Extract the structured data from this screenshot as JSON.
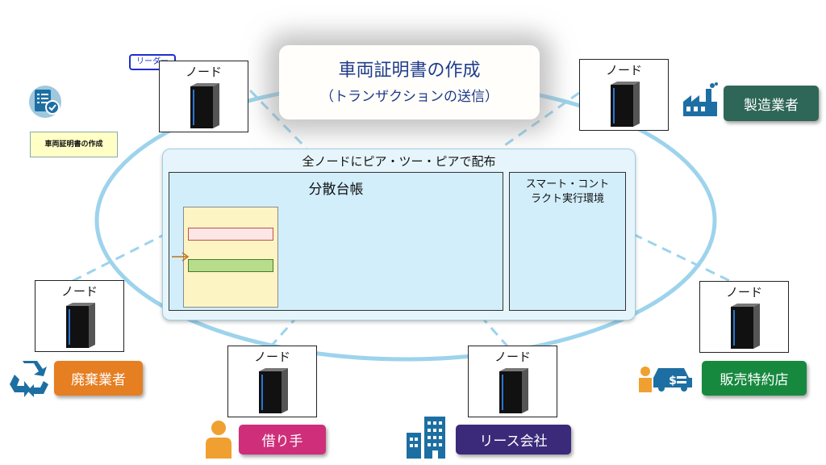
{
  "title": {
    "main": "車両証明書の作成",
    "sub": "（トランザクションの送信）"
  },
  "leader_badge": "リーダー",
  "document_label": "車両証明書の作成",
  "panel": {
    "caption": "全ノードにピア・ツー・ピアで配布",
    "ledger_title": "分散台帳",
    "contract_title_line1": "スマート・コント",
    "contract_title_line2": "ラクト実行環境"
  },
  "nodes": [
    {
      "id": "leader",
      "label": "ノード"
    },
    {
      "id": "manufacturer",
      "label": "ノード"
    },
    {
      "id": "recycler",
      "label": "ノード"
    },
    {
      "id": "borrower",
      "label": "ノード"
    },
    {
      "id": "leasing",
      "label": "ノード"
    },
    {
      "id": "dealer",
      "label": "ノード"
    }
  ],
  "participants": {
    "manufacturer": "製造業者",
    "recycler": "廃棄業者",
    "borrower": "借り手",
    "leasing": "リース会社",
    "dealer": "販売特約店"
  },
  "colors": {
    "ring": "#9dd3ec",
    "manufacturer": "#2e6657",
    "recycler": "#e67e22",
    "borrower": "#cf2e7a",
    "leasing": "#3b2a7a",
    "dealer": "#17893f",
    "icon_blue": "#1d6fa3",
    "icon_orange": "#f0a030"
  },
  "icons": [
    "document-check-icon",
    "factory-icon",
    "recycle-icon",
    "person-icon",
    "office-building-icon",
    "car-sale-icon",
    "server-icon",
    "arrow-icon"
  ]
}
